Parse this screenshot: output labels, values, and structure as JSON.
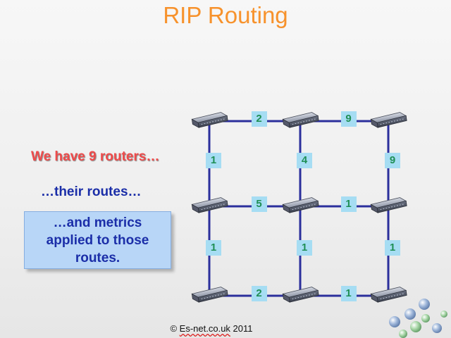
{
  "title": "RIP Routing",
  "texts": {
    "routers": "We have 9 routers…",
    "routes": "…their routes…",
    "metrics": "…and metrics applied to those routes."
  },
  "footer": {
    "prefix": "© ",
    "brand": "Es-net.co.uk",
    "year": " 2011"
  },
  "routers": [
    "r11",
    "r12",
    "r13",
    "r21",
    "r22",
    "r23",
    "r31",
    "r32",
    "r33"
  ],
  "links": [
    {
      "from": "r11",
      "to": "r12",
      "metric": "2"
    },
    {
      "from": "r12",
      "to": "r13",
      "metric": "9"
    },
    {
      "from": "r21",
      "to": "r22",
      "metric": "5"
    },
    {
      "from": "r22",
      "to": "r23",
      "metric": "1"
    },
    {
      "from": "r31",
      "to": "r32",
      "metric": "2"
    },
    {
      "from": "r32",
      "to": "r33",
      "metric": "1"
    },
    {
      "from": "r11",
      "to": "r21",
      "metric": "1"
    },
    {
      "from": "r21",
      "to": "r31",
      "metric": "1"
    },
    {
      "from": "r12",
      "to": "r22",
      "metric": "4"
    },
    {
      "from": "r22",
      "to": "r32",
      "metric": "1"
    },
    {
      "from": "r13",
      "to": "r23",
      "metric": "9"
    },
    {
      "from": "r23",
      "to": "r33",
      "metric": "1"
    }
  ],
  "colors": {
    "title": "#f7922c",
    "link": "#2b2f9c",
    "metric_box": "#a6ddf3",
    "metric_text": "#1f8f55",
    "highlight_text": "#ef4b4b",
    "body_text": "#1b2ea8"
  }
}
